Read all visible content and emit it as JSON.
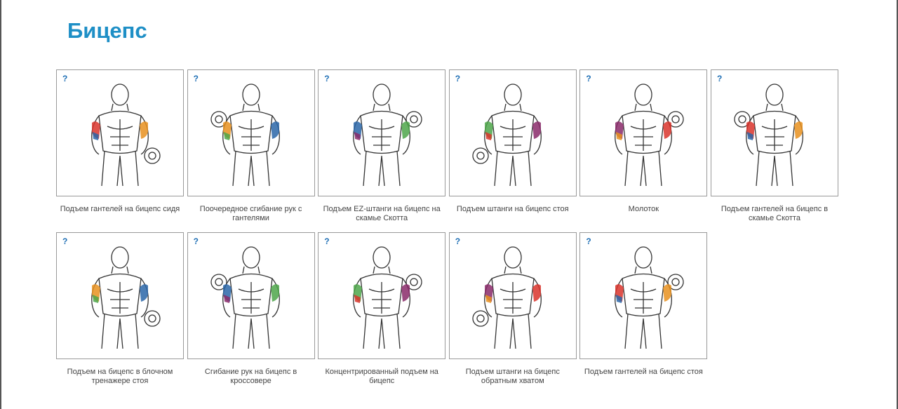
{
  "title": "Бицепс",
  "help_label": "?",
  "muscle_colors": [
    "#d9342b",
    "#e8901e",
    "#2a66a8",
    "#4ea64a",
    "#8a2a6a"
  ],
  "exercises": [
    {
      "label": "Подъем гантелей на бицепс сидя"
    },
    {
      "label": "Поочередное сгибание рук с гантелями"
    },
    {
      "label": "Подъем EZ-штанги на бицепс на скамье Скотта"
    },
    {
      "label": "Подъем штанги на бицепс стоя"
    },
    {
      "label": "Молоток"
    },
    {
      "label": "Подъем гантелей на бицепс в скамье Скотта"
    },
    {
      "label": "Подъем на бицепс в блочном тренажере стоя"
    },
    {
      "label": "Сгибание рук на бицепс в кроссовере"
    },
    {
      "label": "Концентрированный подъем на бицепс"
    },
    {
      "label": "Подъем штанги на бицепс обратным хватом"
    },
    {
      "label": "Подъем гантелей на бицепс стоя"
    }
  ]
}
